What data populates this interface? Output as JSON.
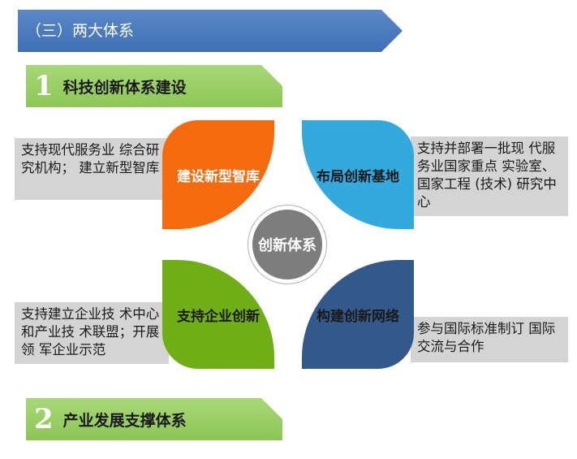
{
  "header": {
    "title": "（三）两大体系"
  },
  "sections": [
    {
      "num": "1",
      "title": "科技创新体系建设"
    },
    {
      "num": "2",
      "title": "产业发展支撑体系"
    }
  ],
  "diagram": {
    "center": "创新体系",
    "petals": {
      "top_left": "建设新型智库",
      "top_right": "布局创新基地",
      "bottom_left": "支持企业创新",
      "bottom_right": "构建创新网络"
    },
    "descriptions": {
      "top_left": "支持现代服务业 综合研究机构； 建立新型智库",
      "top_right": "支持并部署一批现 代服务业国家重点 实验室、国家工程 (技术) 研究中心",
      "bottom_left": "支持建立企业技 术中心和产业技 术联盟；开展领 军企业示范",
      "bottom_right": "参与国际标准制订 国际交流与合作"
    }
  },
  "colors": {
    "banner": "#4a7cc0",
    "section": "#92cc5c",
    "petal_top_left": "#f46a0c",
    "petal_top_right": "#33a9dd",
    "petal_bottom_left": "#6fae14",
    "petal_bottom_right": "#33598a",
    "center": "#7d7d7d",
    "textbox": "#d4d4d4"
  }
}
